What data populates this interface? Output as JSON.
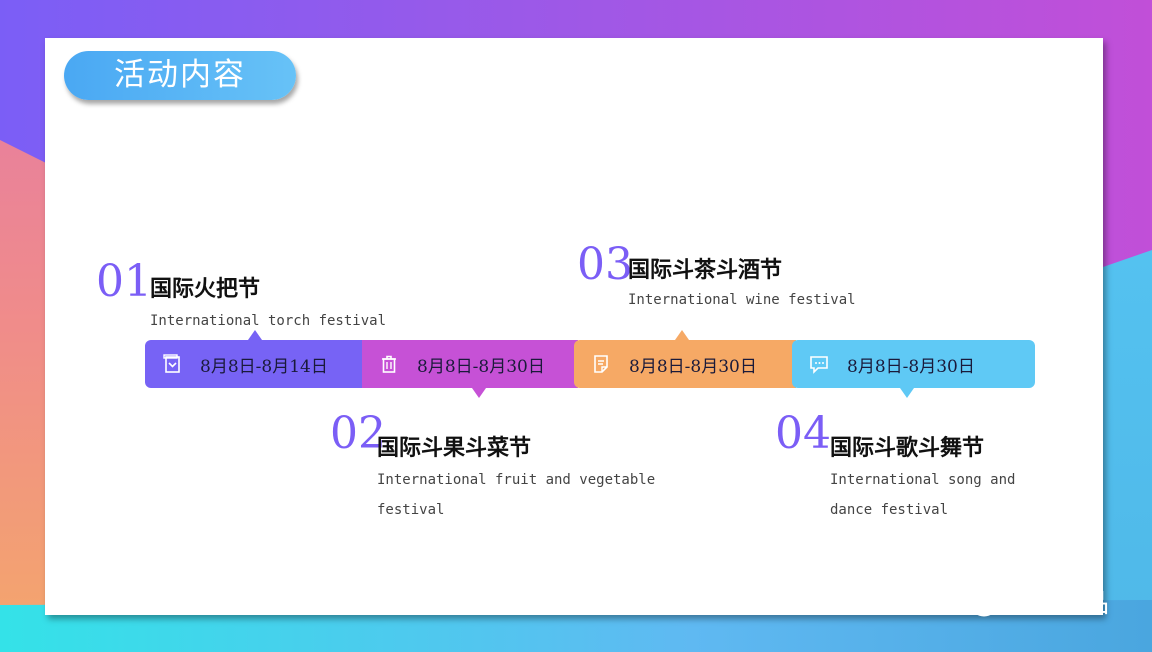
{
  "slide": {
    "title": "活动内容",
    "colors": {
      "purple": "#7763f5",
      "magenta": "#c651d6",
      "orange": "#f6a965",
      "sky": "#5fc9f5",
      "number": "#7b5ef6",
      "pill": "#4aa8f3"
    }
  },
  "events": [
    {
      "num": "01",
      "title": "国际火把节",
      "subtitle_line1": "International torch festival",
      "subtitle_line2": "",
      "date": "8月8日-8月14日",
      "icon": "calendar-icon"
    },
    {
      "num": "02",
      "title": "国际斗果斗菜节",
      "subtitle_line1": "International fruit and vegetable",
      "subtitle_line2": "festival",
      "date": "8月8日-8月30日",
      "icon": "trash-icon"
    },
    {
      "num": "03",
      "title": "国际斗茶斗酒节",
      "subtitle_line1": "International wine festival",
      "subtitle_line2": "",
      "date": "8月8日-8月30日",
      "icon": "document-icon"
    },
    {
      "num": "04",
      "title": "国际斗歌斗舞节",
      "subtitle_line1": "International song and",
      "subtitle_line2": "dance festival",
      "date": "8月8日-8月30日",
      "icon": "chat-icon"
    }
  ],
  "watermark": {
    "text": "中特聚品",
    "icon": "wechat-icon"
  }
}
